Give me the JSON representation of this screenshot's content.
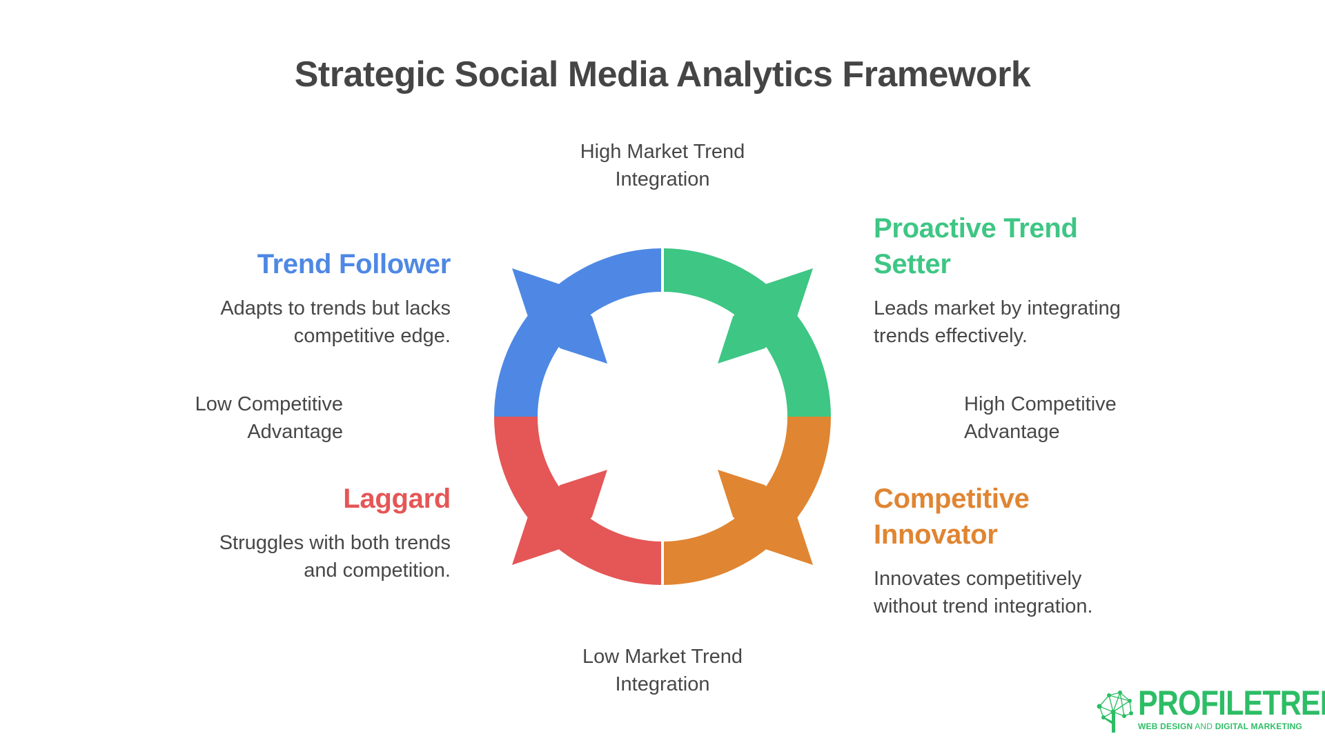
{
  "title": "Strategic Social Media Analytics Framework",
  "axes": {
    "top": [
      "High Market Trend",
      "Integration"
    ],
    "bottom": [
      "Low Market Trend",
      "Integration"
    ],
    "left": [
      "Low Competitive",
      "Advantage"
    ],
    "right": [
      "High Competitive",
      "Advantage"
    ]
  },
  "quadrants": {
    "top_left": {
      "title": [
        "Trend Follower"
      ],
      "description": [
        "Adapts to trends but lacks",
        "competitive edge."
      ],
      "color": "#4e88e4"
    },
    "top_right": {
      "title": [
        "Proactive Trend",
        "Setter"
      ],
      "description": [
        "Leads market by integrating",
        "trends effectively."
      ],
      "color": "#3ec684"
    },
    "bottom_left": {
      "title": [
        "Laggard"
      ],
      "description": [
        "Struggles with both trends",
        "and competition."
      ],
      "color": "#e55656"
    },
    "bottom_right": {
      "title": [
        "Competitive",
        "Innovator"
      ],
      "description": [
        "Innovates competitively",
        "without trend integration."
      ],
      "color": "#e08532"
    }
  },
  "logo": {
    "name": "PROFILETREE",
    "tagline_bold_1": "WEB DESIGN",
    "tagline_thin": " AND ",
    "tagline_bold_2": "DIGITAL MARKETING",
    "color": "#2dbd66"
  }
}
